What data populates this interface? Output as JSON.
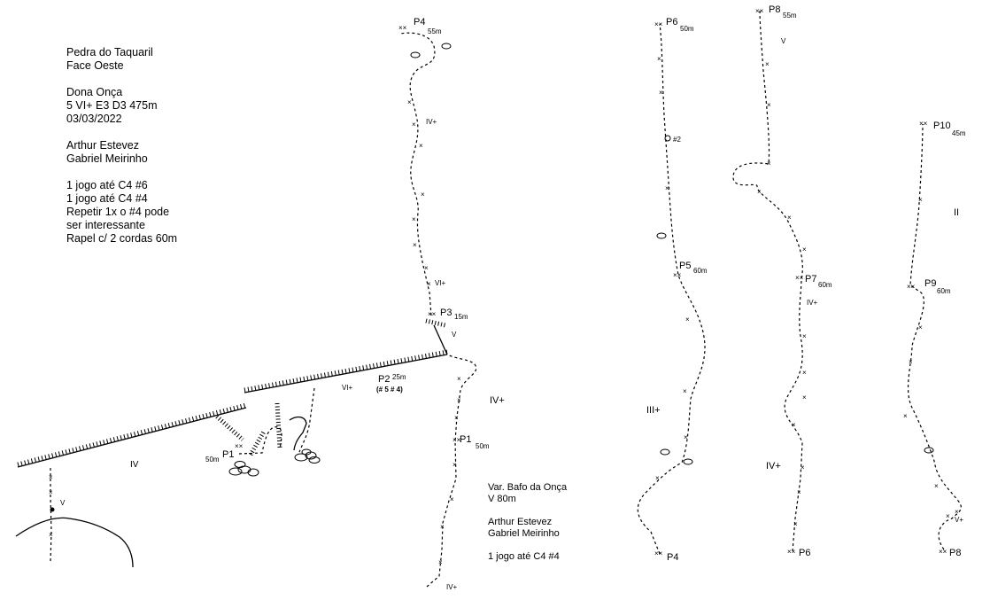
{
  "info_main": {
    "lines": [
      "Pedra do Taquaril",
      "Face Oeste",
      "",
      "Dona Onça",
      "5 VI+ E3 D3 475m",
      "03/03/2022",
      "",
      "Arthur Estevez",
      "Gabriel Meirinho",
      "",
      "1 jogo até  C4 #6",
      "1 jogo até  C4 #4",
      "Repetir 1x o #4 pode",
      "ser interessante",
      "Rapel c/ 2 cordas 60m"
    ]
  },
  "info_variant": {
    "lines": [
      "Var. Bafo da Onça",
      "V   80m",
      "",
      "Arthur Estevez",
      "Gabriel Meirinho",
      "",
      "1 jogo até  C4 #4"
    ]
  },
  "belays": [
    {
      "id": "p1",
      "name": "P1",
      "length": "50m"
    },
    {
      "id": "p1b",
      "name": "P1",
      "length": "50m"
    },
    {
      "id": "p2",
      "name": "P2",
      "length": "25m",
      "note": "(# 5 # 4)"
    },
    {
      "id": "p3",
      "name": "P3",
      "length": "15m"
    },
    {
      "id": "p4",
      "name": "P4",
      "length": "55m"
    },
    {
      "id": "p4b",
      "name": "P4",
      "length": ""
    },
    {
      "id": "p5",
      "name": "P5",
      "length": "60m"
    },
    {
      "id": "p6",
      "name": "P6",
      "length": "50m"
    },
    {
      "id": "p6b",
      "name": "P6",
      "length": ""
    },
    {
      "id": "p7",
      "name": "P7",
      "length": "60m"
    },
    {
      "id": "p8",
      "name": "P8",
      "length": "55m"
    },
    {
      "id": "p8b",
      "name": "P8",
      "length": ""
    },
    {
      "id": "p9",
      "name": "P9",
      "length": "60m"
    },
    {
      "id": "p10",
      "name": "P10",
      "length": "45m"
    }
  ],
  "grades": [
    "IV",
    "V",
    "VI+",
    "V",
    "IV+",
    "VI+",
    "IV+",
    "IV+",
    "III+",
    "#2",
    "V",
    "IV+",
    "IV+",
    "II",
    "V+"
  ]
}
